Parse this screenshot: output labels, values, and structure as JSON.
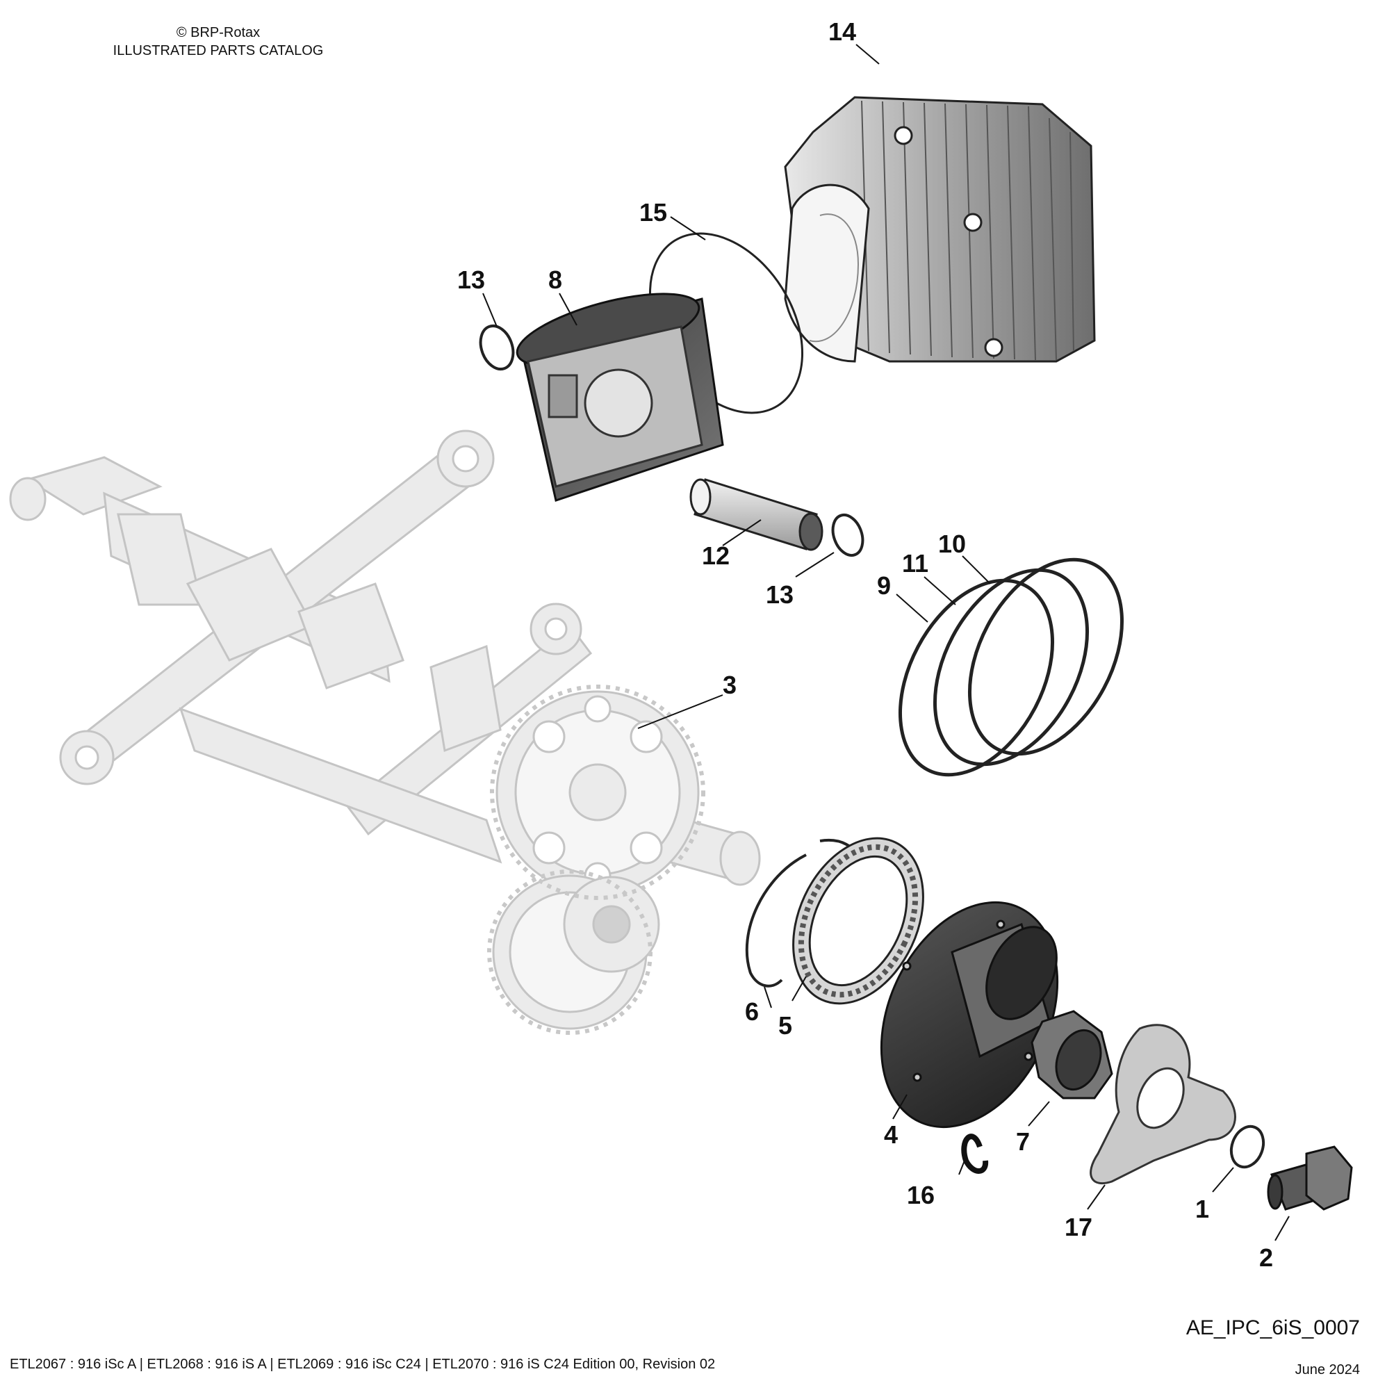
{
  "header": {
    "copyright": "© BRP-Rotax",
    "catalog": "ILLUSTRATED PARTS CATALOG"
  },
  "callouts": {
    "c1": "1",
    "c2": "2",
    "c3": "3",
    "c4": "4",
    "c5": "5",
    "c6": "6",
    "c7": "7",
    "c8": "8",
    "c9": "9",
    "c10": "10",
    "c11": "11",
    "c12": "12",
    "c13a": "13",
    "c13b": "13",
    "c14": "14",
    "c15": "15",
    "c16": "16",
    "c17": "17"
  },
  "reference": "AE_IPC_6iS_0007",
  "footer": {
    "editions": "ETL2067 : 916 iSc A | ETL2068 : 916 iS A | ETL2069 : 916 iSc C24 | ETL2070 : 916 iS C24 Edition 00, Revision 02",
    "date": "June 2024"
  }
}
